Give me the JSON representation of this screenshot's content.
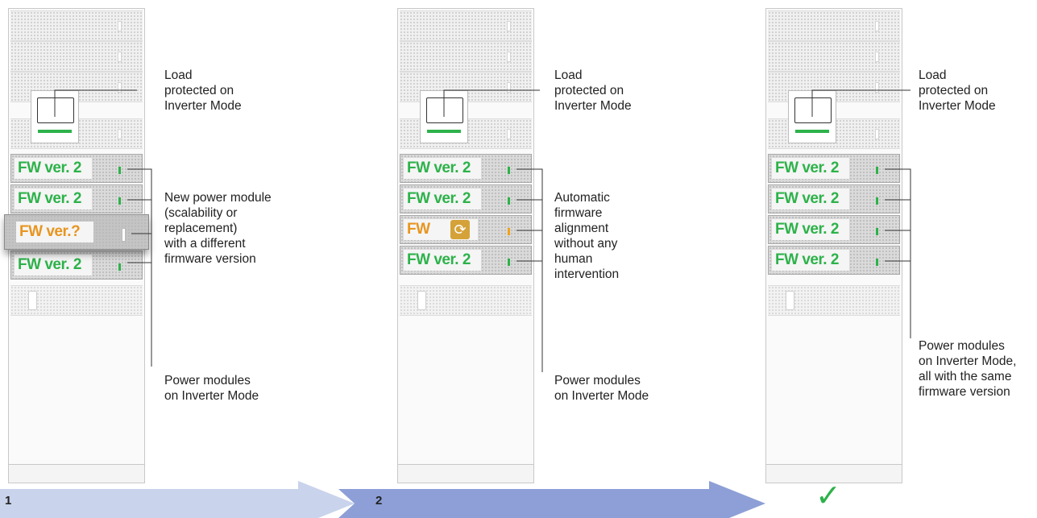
{
  "steps": [
    "1",
    "2"
  ],
  "check_glyph": "✓",
  "panels": [
    {
      "load_label": [
        "Load",
        "protected on",
        "Inverter Mode"
      ],
      "modules": [
        "FW ver. 2",
        "FW ver. 2",
        "FW ver.?",
        "FW ver. 2"
      ],
      "callout": [
        "New power module",
        "(scalability or",
        "replacement)",
        "with a different",
        "firmware version"
      ],
      "bottom_label": [
        "Power modules",
        "on Inverter Mode"
      ]
    },
    {
      "load_label": [
        "Load",
        "protected on",
        "Inverter Mode"
      ],
      "modules": [
        "FW ver. 2",
        "FW ver. 2",
        "FW",
        "FW ver. 2"
      ],
      "callout": [
        "Automatic",
        "firmware",
        "alignment",
        "without any",
        "human",
        "intervention"
      ],
      "bottom_label": [
        "Power modules",
        "on Inverter Mode"
      ]
    },
    {
      "load_label": [
        "Load",
        "protected on",
        "Inverter Mode"
      ],
      "modules": [
        "FW ver. 2",
        "FW ver. 2",
        "FW ver. 2",
        "FW ver. 2"
      ],
      "bottom_label": [
        "Power modules",
        "on Inverter Mode,",
        "all with the same",
        "firmware version"
      ]
    }
  ],
  "colors": {
    "accent_green": "#2db24a",
    "accent_orange": "#e8951f",
    "arrow_light": "#c9d3ec",
    "arrow_dark": "#8d9fd6"
  }
}
